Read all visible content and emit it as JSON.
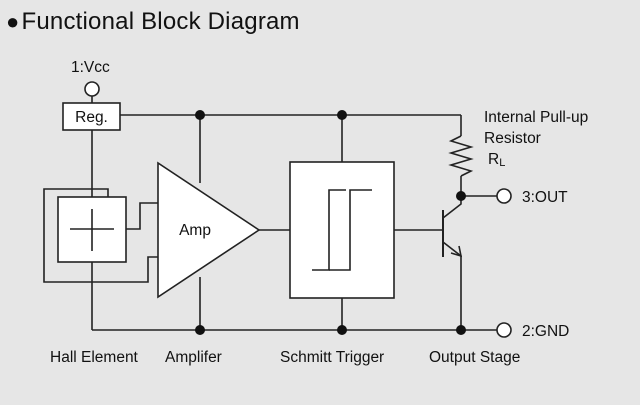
{
  "title": "Functional Block Diagram",
  "title_bullet": "●",
  "pins": {
    "vcc": "1:Vcc",
    "out": "3:OUT",
    "gnd": "2:GND"
  },
  "blocks": {
    "reg": "Reg.",
    "amp": "Amp"
  },
  "pullup": {
    "line1": "Internal Pull-up",
    "line2": "Resistor",
    "symbol": "R",
    "subscript": "L"
  },
  "captions": {
    "hall": "Hall Element",
    "amplifier": "Amplifer",
    "schmitt": "Schmitt Trigger",
    "output": "Output Stage"
  }
}
